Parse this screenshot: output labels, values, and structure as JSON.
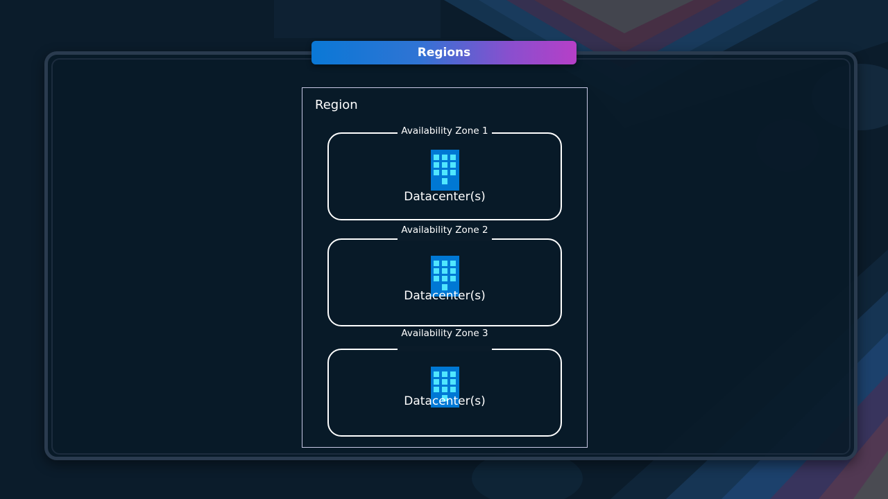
{
  "slide": {
    "title": "Regions"
  },
  "diagram": {
    "region_label": "Region",
    "zones": [
      {
        "label": "Availability Zone 1",
        "datacenter_label": "Datacenter(s)"
      },
      {
        "label": "Availability Zone 2",
        "datacenter_label": "Datacenter(s)"
      },
      {
        "label": "Availability Zone 3",
        "datacenter_label": "Datacenter(s)"
      }
    ]
  },
  "colors": {
    "background": "#0b1c2b",
    "title_gradient_start": "#0a78d6",
    "title_gradient_end": "#b63fc7",
    "datacenter_icon": "#0078d4",
    "datacenter_window": "#50e6ff"
  },
  "icons": {
    "datacenter": "building-icon"
  }
}
